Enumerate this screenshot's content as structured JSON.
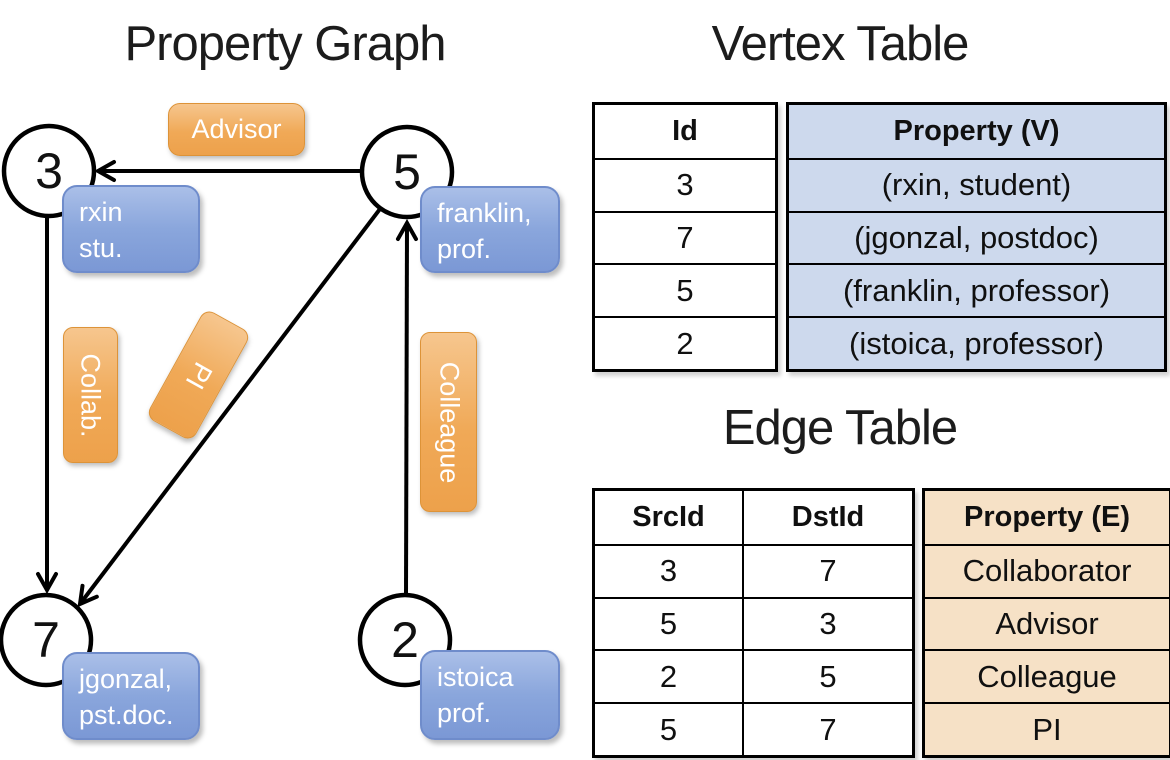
{
  "graph": {
    "title": "Property Graph",
    "nodes": [
      {
        "id": "3"
      },
      {
        "id": "5"
      },
      {
        "id": "7"
      },
      {
        "id": "2"
      }
    ],
    "edge_labels": [
      {
        "text": "Advisor"
      },
      {
        "text": "Collab."
      },
      {
        "text": "PI"
      },
      {
        "text": "Colleague"
      }
    ],
    "vertex_labels": [
      {
        "line1": "rxin",
        "line2": "stu."
      },
      {
        "line1": "franklin,",
        "line2": "prof."
      },
      {
        "line1": "jgonzal,",
        "line2": "pst.doc."
      },
      {
        "line1": "istoica",
        "line2": "prof."
      }
    ]
  },
  "vertex_table": {
    "title": "Vertex Table",
    "columns": {
      "id": "Id",
      "property": "Property (V)"
    },
    "rows": [
      {
        "id": "3",
        "property": "(rxin, student)"
      },
      {
        "id": "7",
        "property": "(jgonzal, postdoc)"
      },
      {
        "id": "5",
        "property": "(franklin, professor)"
      },
      {
        "id": "2",
        "property": "(istoica, professor)"
      }
    ]
  },
  "edge_table": {
    "title": "Edge Table",
    "columns": {
      "src": "SrcId",
      "dst": "DstId",
      "property": "Property (E)"
    },
    "rows": [
      {
        "src": "3",
        "dst": "7",
        "property": "Collaborator"
      },
      {
        "src": "5",
        "dst": "3",
        "property": "Advisor"
      },
      {
        "src": "2",
        "dst": "5",
        "property": "Colleague"
      },
      {
        "src": "5",
        "dst": "7",
        "property": "PI"
      }
    ]
  },
  "colors": {
    "edge_label_fill": "#f0a957",
    "edge_label_border": "#dd9338",
    "vertex_label_fill": "#8aa6dc",
    "vertex_label_border": "#6f8ccb",
    "vertex_property_bg": "#cdd9ed",
    "edge_property_bg": "#f6e1c6",
    "line_color": "#000000"
  }
}
